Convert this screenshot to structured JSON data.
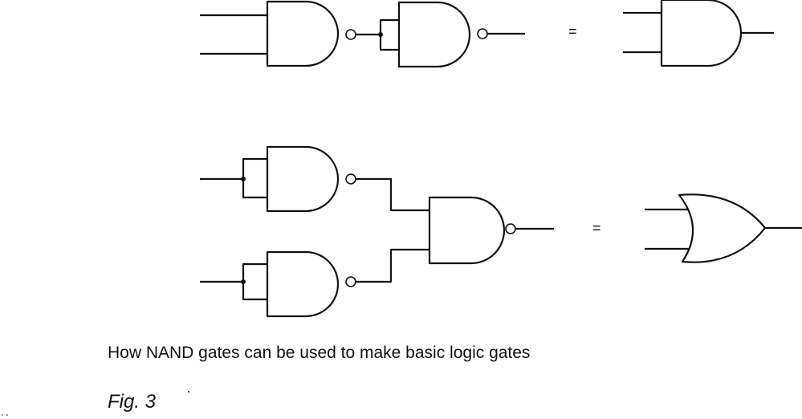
{
  "figure": {
    "caption": "How NAND gates can be used to make basic logic gates",
    "label": "Fig. 3",
    "equals_1": "=",
    "equals_2": "=",
    "rows": [
      {
        "name": "AND",
        "nand_gates": 2,
        "equivalent": "and-gate"
      },
      {
        "name": "OR",
        "nand_gates": 3,
        "equivalent": "or-gate"
      }
    ]
  }
}
